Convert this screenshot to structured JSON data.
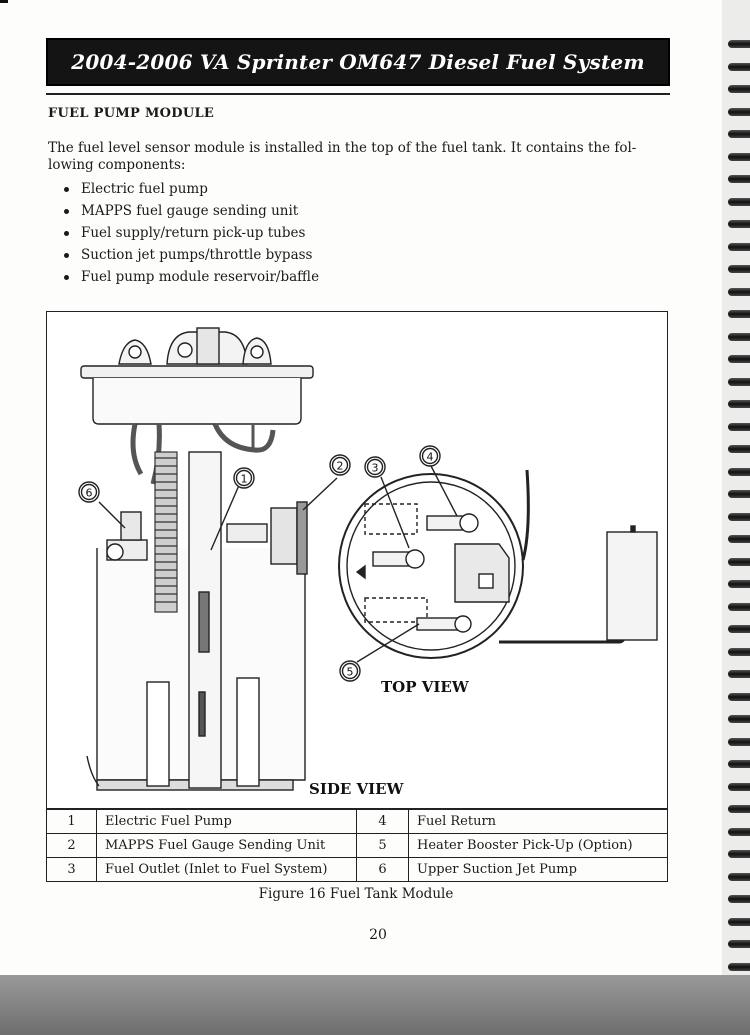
{
  "header": {
    "title": "2004-2006 VA Sprinter OM647 Diesel Fuel System"
  },
  "section": {
    "heading": "FUEL PUMP MODULE",
    "intro": "The fuel level sensor module is installed in the top of the fuel tank. It contains the fol-lowing components:",
    "bullets": [
      "Electric fuel pump",
      "MAPPS fuel gauge sending unit",
      "Fuel supply/return pick-up tubes",
      "Suction jet pumps/throttle bypass",
      "Fuel pump module reservoir/baffle"
    ]
  },
  "figure": {
    "callouts": [
      "1",
      "2",
      "3",
      "4",
      "5",
      "6"
    ],
    "top_view_label": "TOP VIEW",
    "side_view_label": "SIDE VIEW",
    "caption": "Figure 16 Fuel Tank Module"
  },
  "legend": {
    "rows": [
      {
        "n1": "1",
        "d1": "Electric Fuel Pump",
        "n2": "4",
        "d2": "Fuel Return"
      },
      {
        "n1": "2",
        "d1": "MAPPS Fuel Gauge Sending Unit",
        "n2": "5",
        "d2": "Heater Booster Pick-Up (Option)"
      },
      {
        "n1": "3",
        "d1": "Fuel Outlet (Inlet to Fuel System)",
        "n2": "6",
        "d2": "Upper Suction Jet Pump"
      }
    ]
  },
  "page_number": "20"
}
